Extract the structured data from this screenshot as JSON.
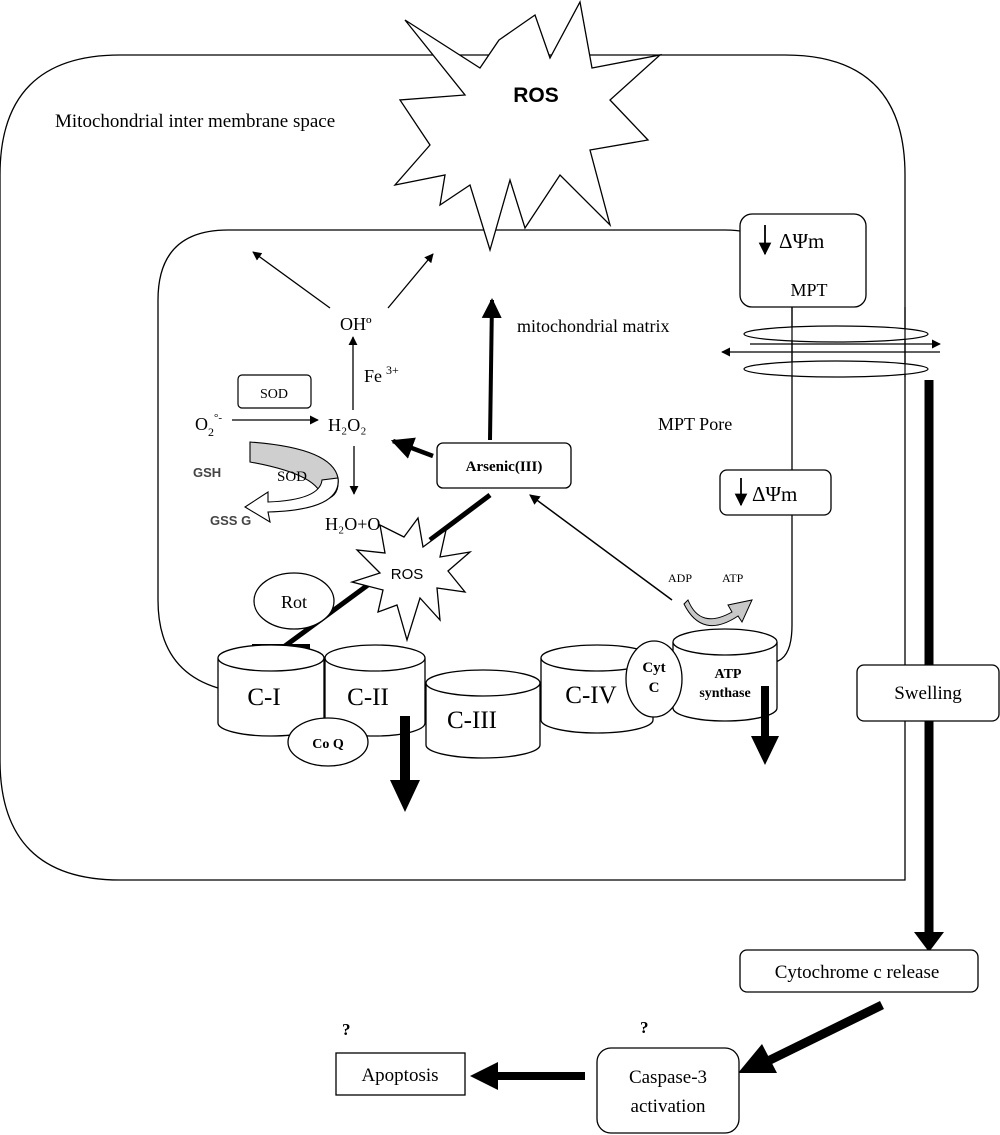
{
  "labels": {
    "intermembrane": "Mitochondrial inter membrane space",
    "ros_big": "ROS",
    "matrix": "mitochondrial matrix",
    "oh_radical": "OHº",
    "fe": "Fe",
    "fe_charge": "3+",
    "sod_box": "SOD",
    "superoxide_base": "O",
    "superoxide_sub": "2",
    "superoxide_sup": "°-",
    "h2o2": "H₂O₂",
    "gsh": "GSH",
    "sod_cycle": "SOD",
    "gssg": "GSS G",
    "h2o_o2": "H₂O+O₂",
    "arsenic": "Arsenic(III)",
    "ros_small": "ROS",
    "rot": "Rot",
    "mpt_pore": "MPT Pore",
    "delta_psi_top": "ΔΨm",
    "mpt": "MPT",
    "delta_psi_mid": "ΔΨm",
    "adp": "ADP",
    "atp": "ATP",
    "complex_1": "C-I",
    "complex_2": "C-II",
    "complex_3": "C-III",
    "complex_4": "C-IV",
    "co_q": "Co Q",
    "cyt_c_line1": "Cyt",
    "cyt_c_line2": "C",
    "atp_synthase_line1": "ATP",
    "atp_synthase_line2": "synthase",
    "swelling": "Swelling",
    "cytochrome_release": "Cytochrome c release",
    "caspase_line1": "Caspase-3",
    "caspase_line2": "activation",
    "apoptosis": "Apoptosis",
    "question_1": "?",
    "question_2": "?"
  }
}
